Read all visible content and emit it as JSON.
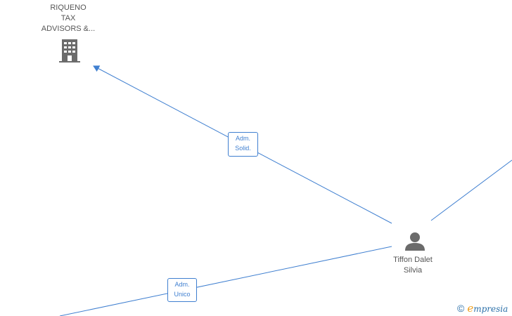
{
  "nodes": {
    "company": {
      "label_lines": [
        "RIQUENO",
        "TAX",
        "ADVISORS &..."
      ],
      "icon": "building-icon"
    },
    "person": {
      "label_lines": [
        "Tiffon Dalet",
        "Silvia"
      ],
      "icon": "person-icon"
    }
  },
  "edges": {
    "adm_solid": {
      "label_lines": [
        "Adm.",
        "Solid."
      ]
    },
    "adm_unico": {
      "label_lines": [
        "Adm.",
        "Unico"
      ]
    }
  },
  "footer": {
    "copyright_symbol": "©",
    "brand_initial": "e",
    "brand_rest": "mpresia"
  },
  "colors": {
    "edge": "#3f7fd0",
    "node_icon": "#6b6b6b",
    "node_text": "#555555",
    "brand_accent": "#f0a020",
    "brand_text": "#2a6fa8"
  }
}
